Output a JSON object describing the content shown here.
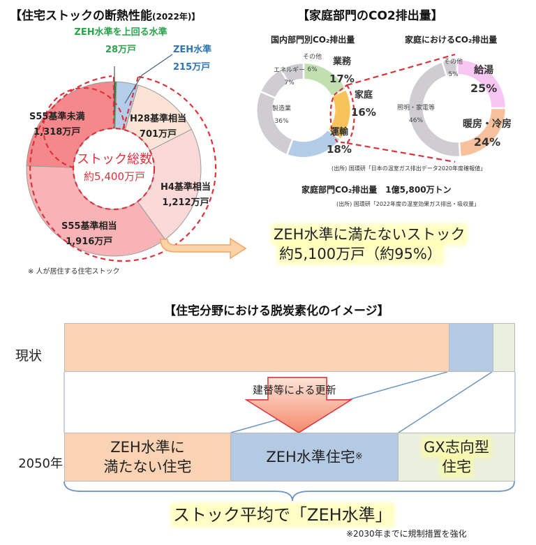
{
  "left_section": {
    "title": "【住宅ストックの断熱性能",
    "title_year": "(2022年)】",
    "callout_above_zeh": {
      "label": "ZEH水準を上回る水準",
      "value": "28万戸",
      "color": "#2aa34a"
    },
    "callout_zeh": {
      "label": "ZEH水準",
      "value": "215万戸",
      "color": "#2e75b6"
    },
    "center_label": "ストック総数",
    "center_value": "約5,400万戸",
    "footnote": "※ 人が居住する住宅ストック"
  },
  "right_section": {
    "title": "【家庭部門のCO2排出量】",
    "left_chart_title": "国内部門別CO₂排出量",
    "right_chart_title": "家庭におけるCO₂排出量",
    "source_1": "(出所) 国環研「日本の温室ガス排出データ2020年度確報値」",
    "total_label": "家庭部門CO₂排出量　1億5,800万トン",
    "source_2": "(出所) 国環研「2022年度の温室効果ガス排出・吸収量」"
  },
  "arrow_message": {
    "line1": "ZEH水準に満たないストック",
    "line2": "約5,100万戸（約95%）"
  },
  "bottom_section": {
    "title": "【住宅分野における脱炭素化のイメージ】",
    "row_current": "現状",
    "row_2050": "2050年",
    "renewal_label": "建替等による更新",
    "cell_below_zeh": "ZEH水準に満たない住宅",
    "cell_below_zeh_l1": "ZEH水準に",
    "cell_below_zeh_l2": "満たない住宅",
    "cell_zeh": "ZEH水準住宅",
    "cell_zeh_mark": "※",
    "cell_gx_l1": "GX志向型",
    "cell_gx_l2": "住宅",
    "conclusion": "ストック平均で「ZEH水準」",
    "footnote": "※2030年までに規制措置を強化"
  },
  "colors": {
    "s55_below": "#f4888a",
    "s55_equiv": "#f7b3b5",
    "h4_equiv": "#fbd5d5",
    "h28_equiv": "#fbe4d5",
    "zeh": "#b4cde9",
    "above_zeh": "#3a8a3a",
    "dashed_red": "#e0313a",
    "commercial": "#c2dfb0",
    "household": "#f9c35c",
    "transport": "#b3cde9",
    "gray": "#cfcdd2",
    "hot_water": "#f8c6f3",
    "heating_cooling": "#f7c19e",
    "bar_peach": "#f9d3b4",
    "bar_blue": "#b4c9e2",
    "bar_gx": "#ebefdf"
  },
  "chart_data": [
    {
      "type": "pie",
      "title": "住宅ストックの断熱性能(2022年)",
      "unit": "万戸",
      "total_label": "約5,400万戸",
      "categories": [
        "ZEH水準を上回る水準",
        "ZEH水準",
        "H28基準相当",
        "H4基準相当",
        "S55基準相当",
        "S55基準未満"
      ],
      "values": [
        28,
        215,
        701,
        1212,
        1916,
        1318
      ],
      "value_labels": [
        "28万戸",
        "215万戸",
        "701万戸",
        "1,212万戸",
        "1,916万戸",
        "1,318万戸"
      ]
    },
    {
      "type": "pie",
      "title": "国内部門別CO₂排出量",
      "unit": "%",
      "categories": [
        "業務",
        "家庭",
        "運輸",
        "製造業",
        "エネルギー",
        "その他"
      ],
      "values": [
        17,
        16,
        18,
        36,
        7,
        6
      ]
    },
    {
      "type": "pie",
      "title": "家庭におけるCO₂排出量",
      "unit": "%",
      "categories": [
        "給湯",
        "暖房・冷房",
        "照明・家電等",
        "その他"
      ],
      "values": [
        25,
        24,
        46,
        5
      ]
    },
    {
      "type": "bar",
      "title": "住宅分野における脱炭素化のイメージ",
      "stacked": true,
      "orientation": "horizontal",
      "categories": [
        "現状",
        "2050年"
      ],
      "series": [
        {
          "name": "ZEH水準に満たない住宅",
          "values": [
            95,
            37
          ]
        },
        {
          "name": "ZEH水準住宅",
          "values": [
            4.5,
            37
          ]
        },
        {
          "name": "GX志向型住宅",
          "values": [
            0.5,
            26
          ]
        }
      ],
      "annotation": "建替等による更新",
      "conclusion": "ストック平均で「ZEH水準」"
    }
  ],
  "donut_labels": {
    "s55_below": {
      "name": "S55基準未満",
      "value": "1,318万戸"
    },
    "h28": {
      "name": "H28基準相当",
      "value": "701万戸"
    },
    "h4": {
      "name": "H4基準相当",
      "value": "1,212万戸"
    },
    "s55_equiv": {
      "name": "S55基準相当",
      "value": "1,916万戸"
    }
  },
  "co2_labels": {
    "commercial": {
      "name": "業務",
      "value": "17%"
    },
    "household": {
      "name": "家庭",
      "value": "16%"
    },
    "transport": {
      "name": "運輸",
      "value": "18%"
    },
    "manufacturing": {
      "name": "製造業",
      "value": "36%"
    },
    "energy": {
      "name": "エネルギー",
      "value": "7%"
    },
    "other": {
      "name": "その他",
      "value": "6%"
    },
    "hot_water": {
      "name": "給湯",
      "value": "25%"
    },
    "heating": {
      "name": "暖房・冷房",
      "value": "24%"
    },
    "lighting": {
      "name": "照明・家電等",
      "value": "46%"
    },
    "other2": {
      "name": "その他",
      "value": "5%"
    }
  }
}
